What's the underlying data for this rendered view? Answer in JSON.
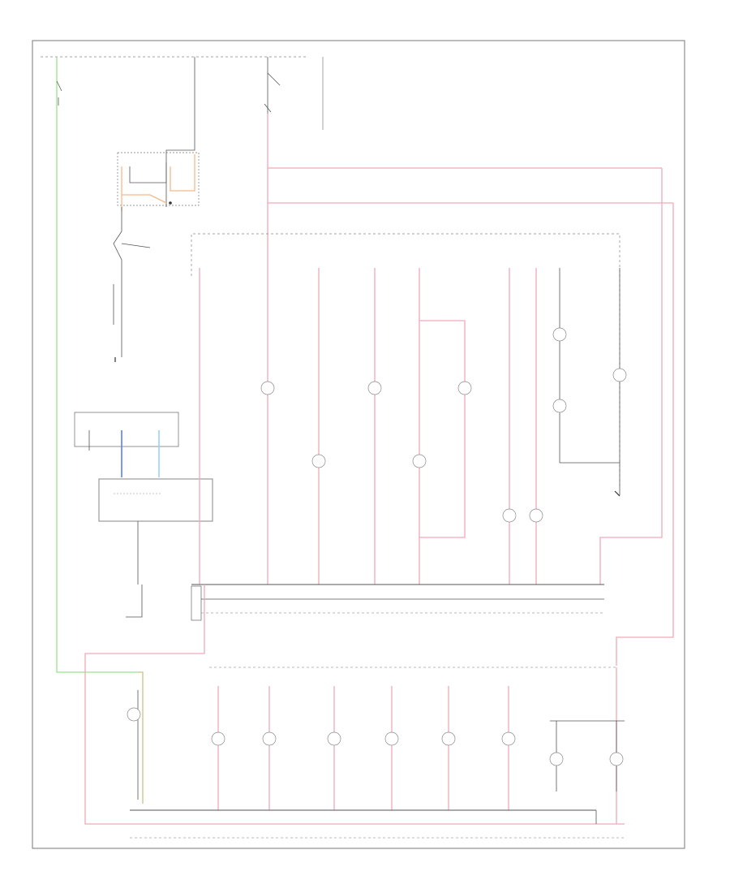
{
  "diagram": {
    "id_code": "",
    "wire_colors": {
      "black": "#555555",
      "pink": "#f2a9b8",
      "green": "#9be38c",
      "orange": "#f3b98a",
      "blue": "#5a7dff",
      "light_blue": "#9ad0ff",
      "olive": "#c8c28a"
    },
    "components": [
      {
        "id": "fuse-left",
        "label": ""
      },
      {
        "id": "fuse-center",
        "label": ""
      },
      {
        "id": "headlight-switch",
        "label": ""
      },
      {
        "id": "dimmer-control",
        "label": ""
      },
      {
        "id": "instrument-cluster-connector",
        "label": ""
      },
      {
        "id": "illumination-module",
        "label": ""
      },
      {
        "id": "ground-left",
        "label": ""
      },
      {
        "id": "ground-right",
        "label": ""
      }
    ],
    "bulbs_upper": [
      {
        "id": "bulb-u1",
        "label": ""
      },
      {
        "id": "bulb-u2",
        "label": ""
      },
      {
        "id": "bulb-u3",
        "label": ""
      },
      {
        "id": "bulb-u4",
        "label": ""
      },
      {
        "id": "bulb-u5",
        "label": ""
      },
      {
        "id": "bulb-u6",
        "label": ""
      },
      {
        "id": "bulb-u7",
        "label": ""
      },
      {
        "id": "bulb-u8",
        "label": ""
      },
      {
        "id": "bulb-u9",
        "label": ""
      },
      {
        "id": "bulb-u10",
        "label": ""
      }
    ],
    "bulbs_lower": [
      {
        "id": "bulb-l1",
        "label": ""
      },
      {
        "id": "bulb-l2",
        "label": ""
      },
      {
        "id": "bulb-l3",
        "label": ""
      },
      {
        "id": "bulb-l4",
        "label": ""
      },
      {
        "id": "bulb-l5",
        "label": ""
      },
      {
        "id": "bulb-l6",
        "label": ""
      },
      {
        "id": "bulb-l7",
        "label": ""
      },
      {
        "id": "bulb-l8",
        "label": ""
      },
      {
        "id": "bulb-l9",
        "label": ""
      }
    ]
  }
}
